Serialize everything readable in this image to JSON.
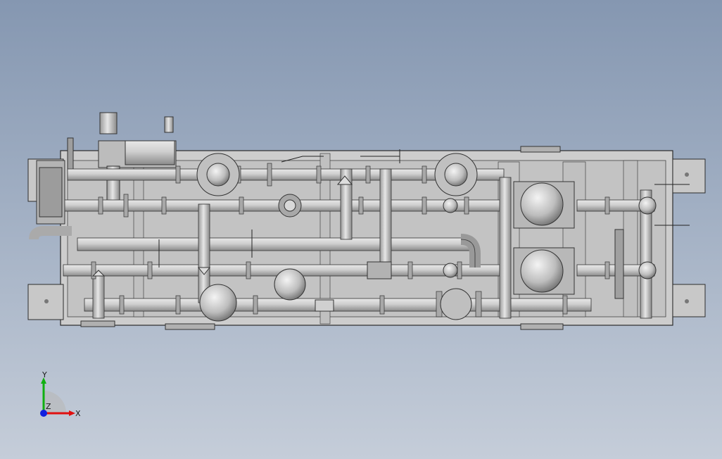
{
  "viewport": {
    "background_top": "#8597b1",
    "background_bottom": "#c5cdd9"
  },
  "model": {
    "description_icon": "pipe-skid-assembly-top-view",
    "frame_color": "#c9c9c9",
    "pipe_color": "#b8b8b8",
    "outline_color": "#2b2b2b"
  },
  "triad": {
    "x_label": "X",
    "y_label": "Y",
    "z_label": "Z",
    "x_color": "#e01010",
    "y_color": "#10b010",
    "z_color": "#1020e0"
  }
}
